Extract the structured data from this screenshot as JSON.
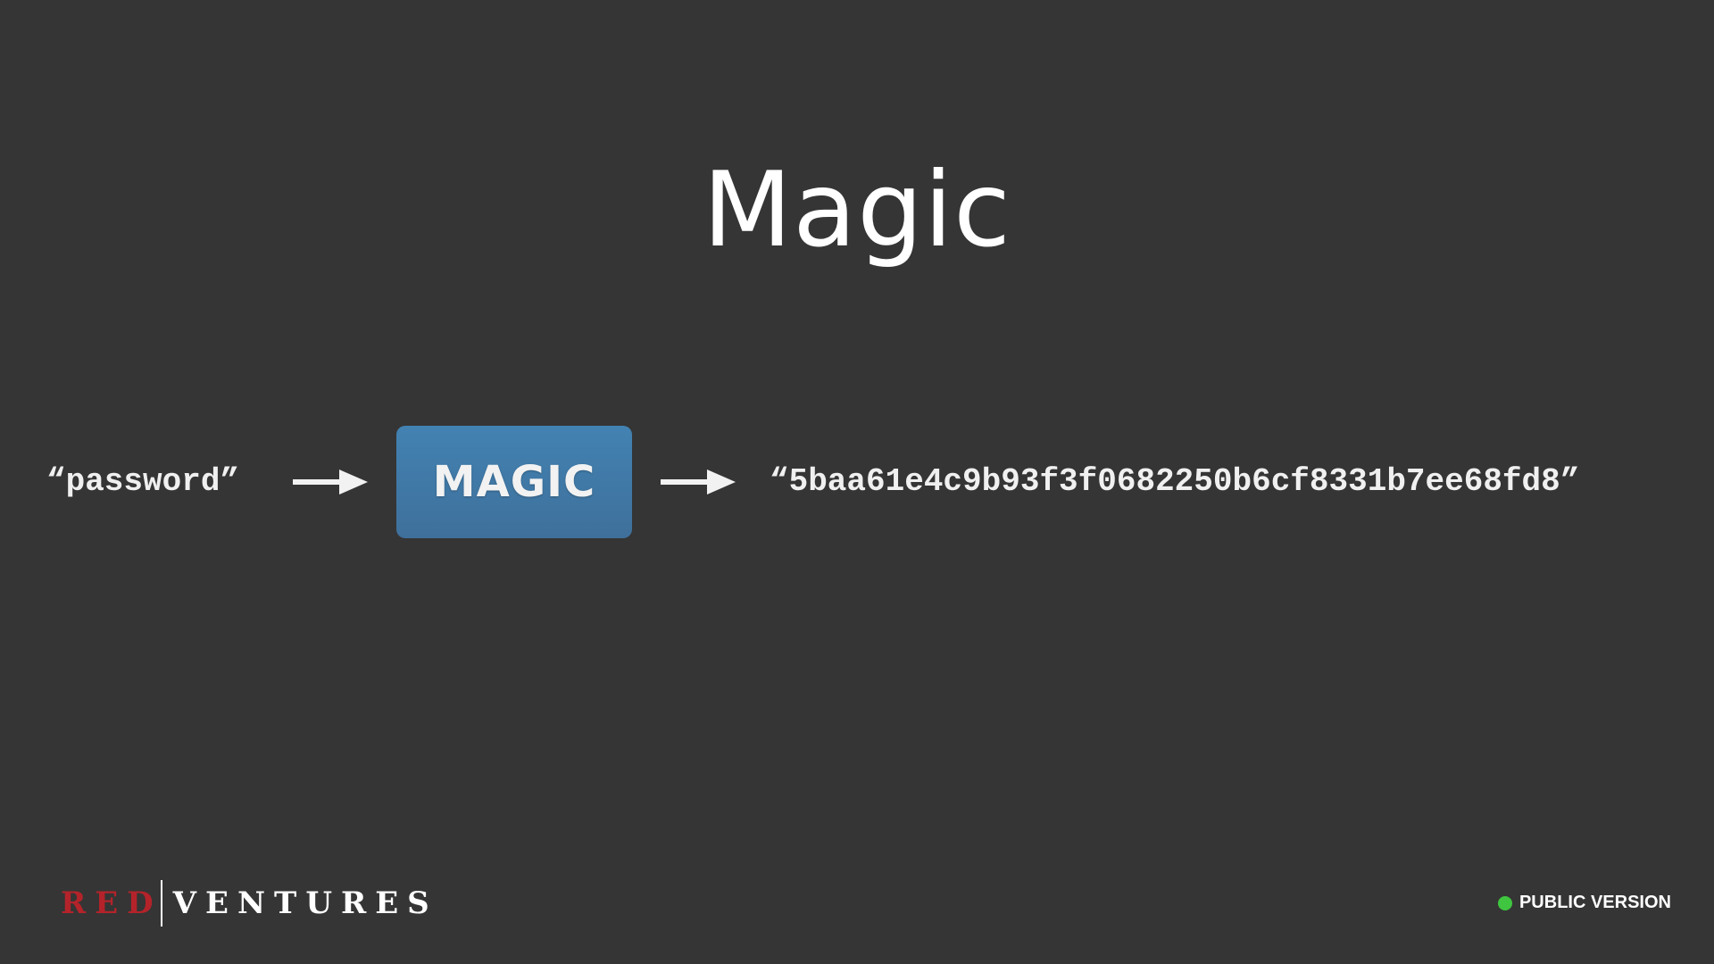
{
  "title": "Magic",
  "diagram": {
    "input": "“password”",
    "process_label": "MAGIC",
    "output": "“5baa61e4c9b93f3f0682250b6cf8331b7ee68fd8”",
    "arrow_icon": "arrow-right-icon",
    "box_color": "#4282b2"
  },
  "footer": {
    "logo": {
      "red_text": "RED",
      "ventures_text": "VENTURES",
      "red_color": "#b4232a"
    },
    "status": {
      "label": "PUBLIC VERSION",
      "dot_color": "#3fc53f"
    }
  }
}
